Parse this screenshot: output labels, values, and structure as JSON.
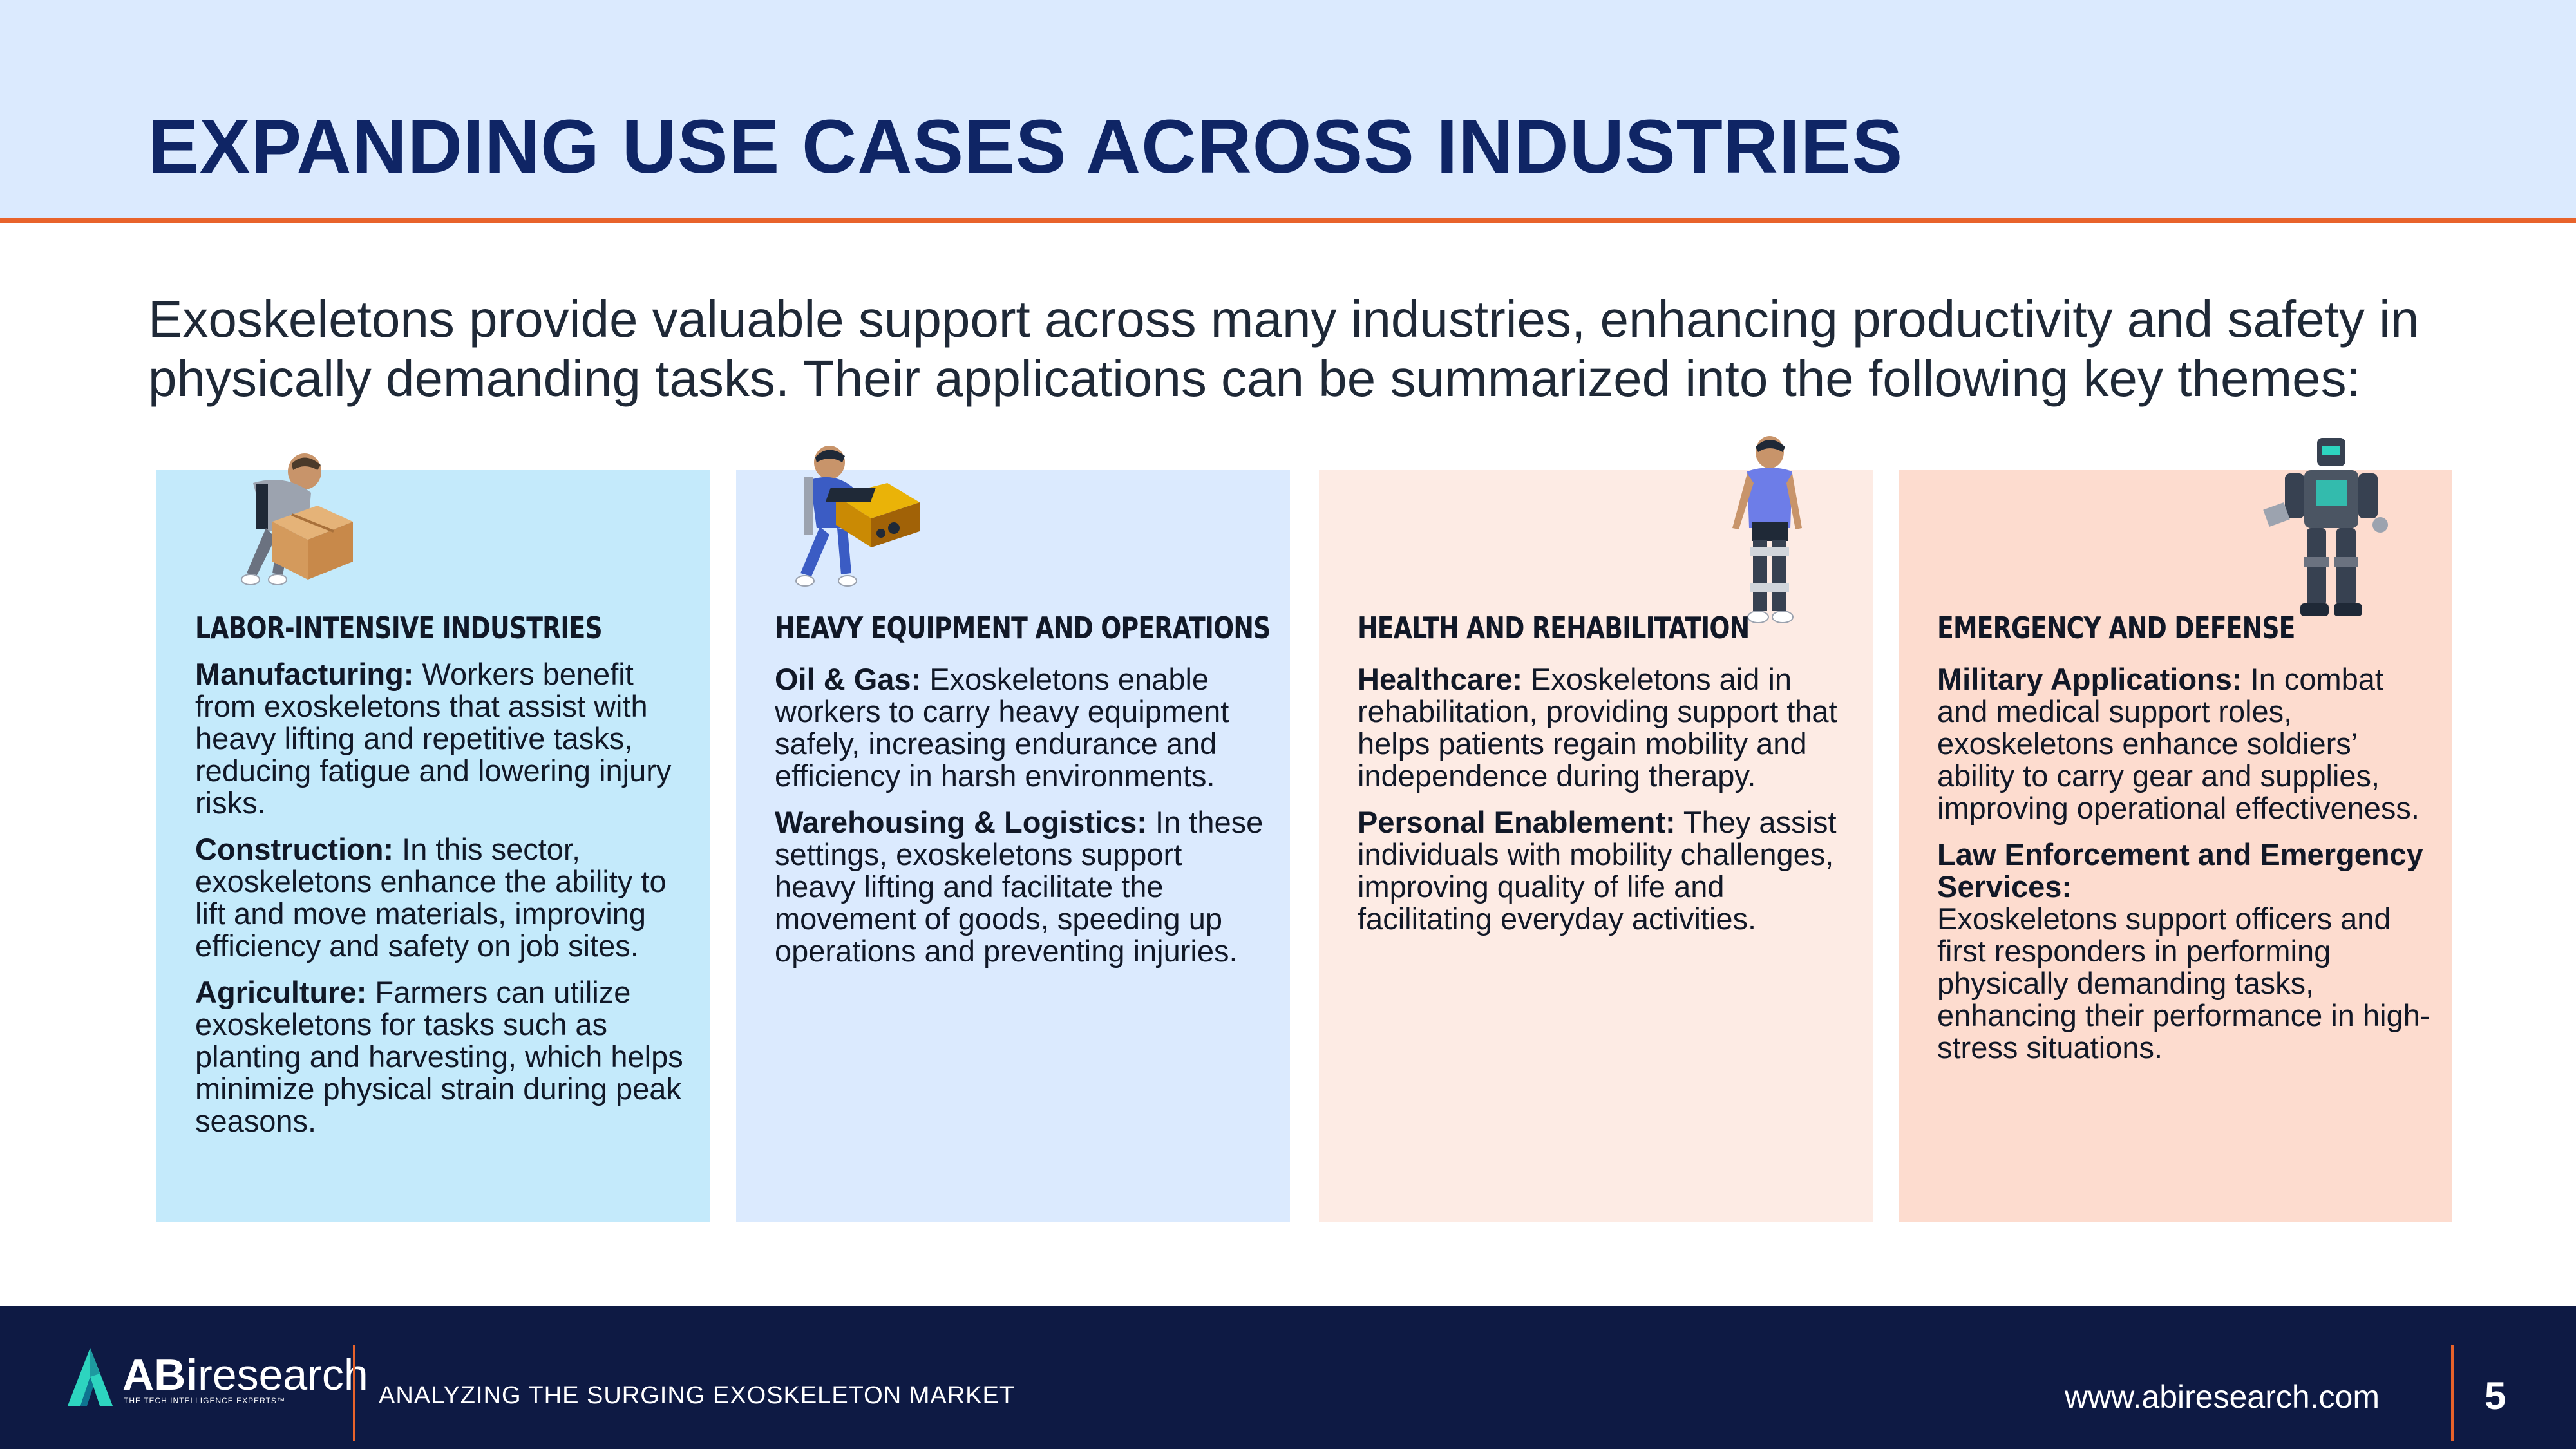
{
  "header": {
    "title": "EXPANDING USE CASES ACROSS INDUSTRIES"
  },
  "intro": "Exoskeletons provide valuable support across many industries, enhancing productivity and safety in physically demanding tasks. Their applications can be summarized into the following key themes:",
  "cards": [
    {
      "title": "LABOR-INTENSIVE INDUSTRIES",
      "illustration": "worker-lifting-box-icon",
      "items": [
        {
          "label": "Manufacturing:",
          "text": " Workers benefit from exoskeletons that assist with heavy lifting and repetitive tasks, reducing fatigue and lowering injury risks."
        },
        {
          "label": "Construction:",
          "text": " In this sector, exoskeletons enhance the ability to lift and move materials, improving efficiency and safety on job sites."
        },
        {
          "label": "Agriculture:",
          "text": " Farmers can utilize exoskeletons for tasks such as planting and harvesting, which helps minimize physical strain during peak seasons."
        }
      ]
    },
    {
      "title": "HEAVY EQUIPMENT AND OPERATIONS",
      "illustration": "worker-carrying-engine-icon",
      "items": [
        {
          "label": "Oil & Gas:",
          "text": " Exoskeletons enable workers to carry heavy equipment safely, increasing endurance and efficiency in harsh environments."
        },
        {
          "label": "Warehousing & Logistics:",
          "text": " In these settings, exoskeletons support heavy lifting and facilitate the movement of goods, speeding up operations and preventing injuries."
        }
      ]
    },
    {
      "title": "HEALTH AND REHABILITATION",
      "illustration": "patient-leg-exoskeleton-icon",
      "items": [
        {
          "label": "Healthcare:",
          "text": " Exoskeletons aid in rehabilitation, providing support that helps patients regain mobility and independence during therapy."
        },
        {
          "label": "Personal Enablement:",
          "text": " They assist individuals with mobility challenges, improving quality of life and facilitating everyday activities."
        }
      ]
    },
    {
      "title": "EMERGENCY AND DEFENSE",
      "illustration": "soldier-robot-suit-icon",
      "items": [
        {
          "label": "Military Applications:",
          "text": " In combat and medical support roles, exoskeletons enhance soldiers’ ability to carry gear and supplies, improving operational effectiveness."
        },
        {
          "label": "Law Enforcement and Emergency Services:",
          "text": " Exoskeletons support officers and first responders in performing physically demanding tasks, enhancing their performance in high-stress situations."
        }
      ]
    }
  ],
  "footer": {
    "logo_brand": "ABi",
    "logo_brand_rest": "research",
    "logo_tagline": "THE TECH INTELLIGENCE EXPERTS™",
    "subtitle": "ANALYZING THE SURGING EXOSKELETON MARKET",
    "url": "www.abiresearch.com",
    "page_number": "5"
  },
  "colors": {
    "title": "#0f2565",
    "accent": "#e8632b",
    "header_bg": "#dbeafe",
    "footer_bg": "#0e1a44",
    "card_1": "#c4eafb",
    "card_2": "#dbeafe",
    "card_3": "#fdebe4",
    "card_4": "#fddccf"
  }
}
